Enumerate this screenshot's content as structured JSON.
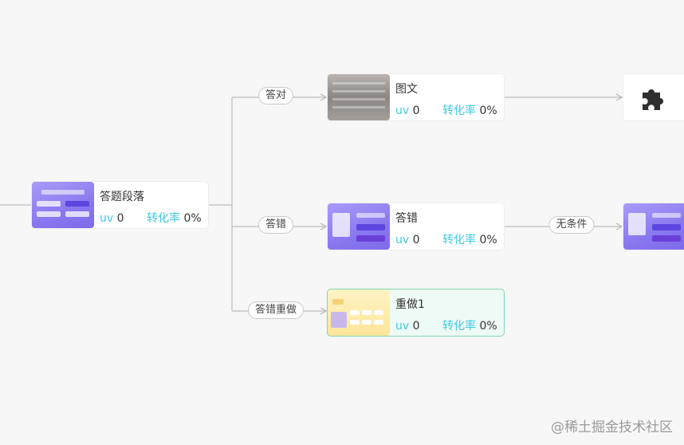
{
  "nodes": {
    "root": {
      "title": "答题段落",
      "uv_label": "uv",
      "uv_value": "0",
      "rate_label": "转化率",
      "rate_value": "0%"
    },
    "tuwen": {
      "title": "图文",
      "uv_label": "uv",
      "uv_value": "0",
      "rate_label": "转化率",
      "rate_value": "0%"
    },
    "dacuo": {
      "title": "答错",
      "uv_label": "uv",
      "uv_value": "0",
      "rate_label": "转化率",
      "rate_value": "0%"
    },
    "chongzuo": {
      "title": "重做1",
      "uv_label": "uv",
      "uv_value": "0",
      "rate_label": "转化率",
      "rate_value": "0%"
    }
  },
  "edges": {
    "correct": "答对",
    "wrong": "答错",
    "wrong_redo": "答错重做",
    "unconditional": "无条件"
  },
  "icons": {
    "plugin": "puzzle-icon"
  },
  "colors": {
    "stat_label": "#3ecbe3",
    "active_border": "#7fd6ad",
    "active_bg": "#eefaf5"
  },
  "watermark": "@稀土掘金技术社区"
}
